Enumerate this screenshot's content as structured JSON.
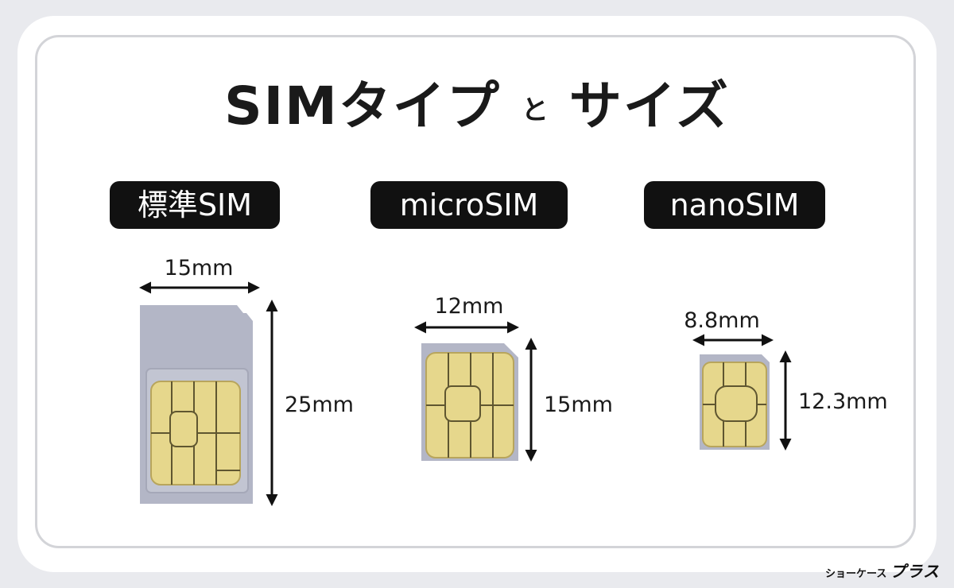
{
  "title": {
    "main_left": "SIMタイプ",
    "connector": "と",
    "main_right": "サイズ"
  },
  "sims": [
    {
      "label": "標準SIM",
      "width_label": "15mm",
      "height_label": "25mm"
    },
    {
      "label": "microSIM",
      "width_label": "12mm",
      "height_label": "15mm"
    },
    {
      "label": "nanoSIM",
      "width_label": "8.8mm",
      "height_label": "12.3mm"
    }
  ],
  "logo": {
    "prefix": "ショーケース",
    "brand": "プラス"
  },
  "colors": {
    "card_body": "#b3b6c6",
    "chip_gold": "#e6d78c",
    "label_pill": "#111111",
    "background": "#e9eaee"
  }
}
